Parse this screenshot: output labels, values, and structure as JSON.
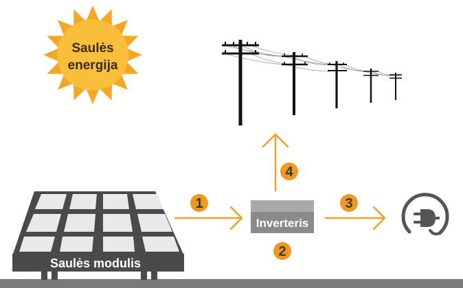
{
  "sun": {
    "label_line1": "Saulės",
    "label_line2": "energija",
    "color_body": "#f9bf3b",
    "color_rays": "#f6a623"
  },
  "panel": {
    "label": "Saulės modulis",
    "color_frame": "#4a4a4a",
    "color_cell": "#e9e9e9"
  },
  "inverter": {
    "label": "Inverteris",
    "color_top": "#a9a9a9",
    "color_bottom": "#8a8a8a"
  },
  "steps": [
    {
      "number": "1"
    },
    {
      "number": "2"
    },
    {
      "number": "3"
    },
    {
      "number": "4"
    }
  ],
  "colors": {
    "accent": "#f5a024",
    "badge": "#f0991e",
    "plug": "#555555",
    "ground": "#7a7a7a"
  },
  "icons": {
    "grid": "power-lines-icon",
    "plug": "electric-plug-icon"
  }
}
